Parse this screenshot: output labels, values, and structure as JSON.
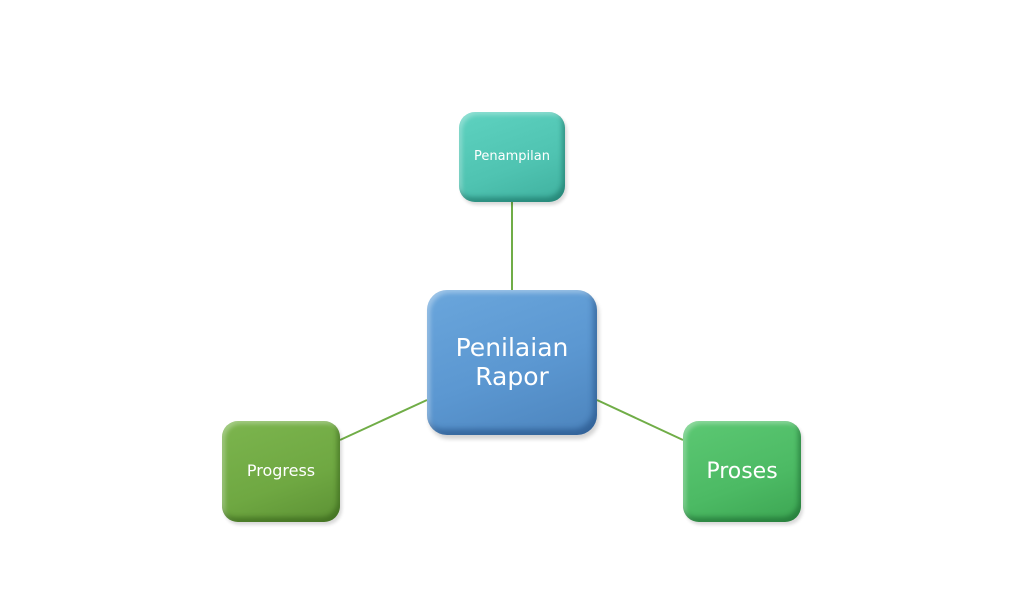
{
  "diagram": {
    "center": {
      "label_line1": "Penilaian",
      "label_line2": "Rapor",
      "color": "#5b97d1"
    },
    "nodes": [
      {
        "id": "top",
        "label": "Penampilan",
        "color": "#4fc3b1"
      },
      {
        "id": "left",
        "label": "Progress",
        "color": "#6fa842"
      },
      {
        "id": "right",
        "label": "Proses",
        "color": "#4cba64"
      }
    ],
    "connector_color": "#70ad47",
    "edges": [
      {
        "from": "center",
        "to": "top"
      },
      {
        "from": "center",
        "to": "left"
      },
      {
        "from": "center",
        "to": "right"
      }
    ]
  }
}
